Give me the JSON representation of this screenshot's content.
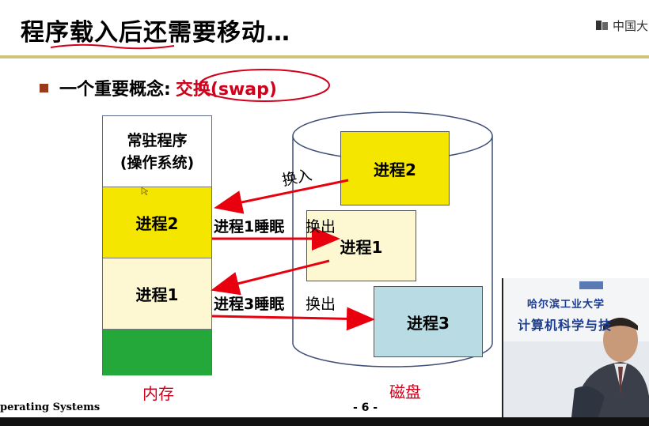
{
  "slide": {
    "title": "程序载入后还需要移动…",
    "logo_text": "中国大",
    "bullet_text": "一个重要概念:",
    "bullet_highlight": "交换(swap)",
    "memory": {
      "resident_line1": "常驻程序",
      "resident_line2": "(操作系统)",
      "block_p2": "进程2",
      "block_p1": "进程1",
      "caption": "内存"
    },
    "disk": {
      "proc2": "进程2",
      "proc1": "进程1",
      "proc3": "进程3",
      "caption": "磁盘"
    },
    "arrows": {
      "swap_in": "换入",
      "p1_sleep": "进程1睡眠",
      "swap_out_1": "换出",
      "p3_sleep": "进程3睡眠",
      "swap_out_2": "换出"
    },
    "footer_left": "perating Systems",
    "footer_page": "- 6 -"
  },
  "webcam": {
    "sign_line1": "哈尔滨工业大学",
    "sign_line2": "计算机科学与技"
  },
  "colors": {
    "accent_red": "#d2001a",
    "process_yellow": "#f5e600",
    "process_cream": "#fdf8d2",
    "process_blue": "#b9dbe4",
    "free_green": "#25a83a",
    "title_rule": "#cfc57a"
  }
}
